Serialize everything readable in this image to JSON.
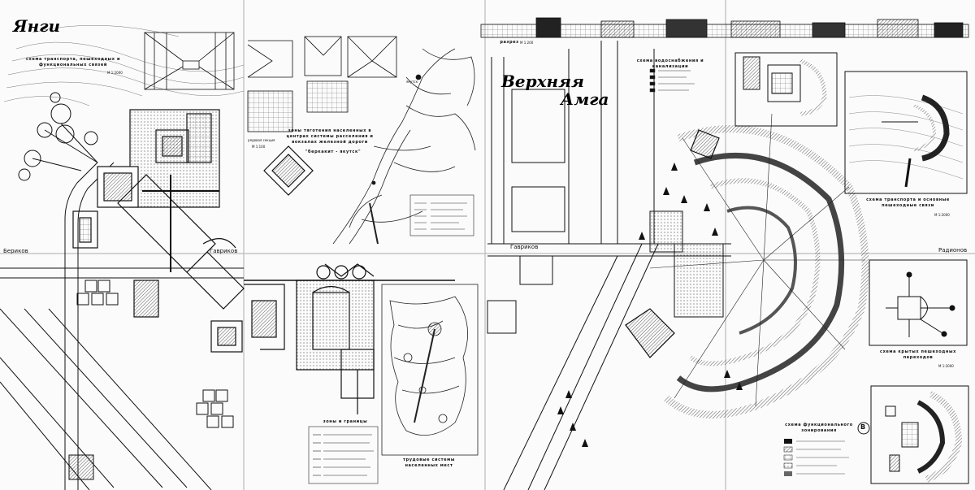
{
  "titles": {
    "yangi": "Янги",
    "verkhnyaya": "Верхняя",
    "amga": "Амга"
  },
  "left_panel": {
    "transport_scheme_title": "схема транспорта, пешеходных и функциональных связей",
    "transport_scale": "М 1:2000",
    "residential_zones_title": "зоны тяготения населенных в центрах системы расселения и вокзалах железной дороги",
    "residential_zones_subtitle": "\"беркакит - якутск\"",
    "section_title": "рядовая секция",
    "section_scale": "М 1:100",
    "zones_and_borders_title": "зоны и границы",
    "labor_systems_title": "трудовые системы населенных мест",
    "point_label": "якутск",
    "author_left": "Бериков",
    "sign_left": "Гавриков"
  },
  "right_panel": {
    "section_label": "разрез",
    "section_scale": "М 1:200",
    "water_scheme_title": "схема водоснабжения и канализации",
    "transport_scheme_title": "схема транспорта и основные пешеходные связи",
    "transport_scale": "М 1:2000",
    "covered_passages_title": "схема крытых пешеходных переходов",
    "covered_scale": "М 1:2000",
    "functional_zoning_title": "схема функционального зонирования",
    "sign_right": "Гавриков",
    "author_right": "Радионов",
    "circle_letter": "В"
  },
  "colors": {
    "ink": "#111111",
    "paper": "#fbfbfb",
    "hatch": "#444444"
  }
}
